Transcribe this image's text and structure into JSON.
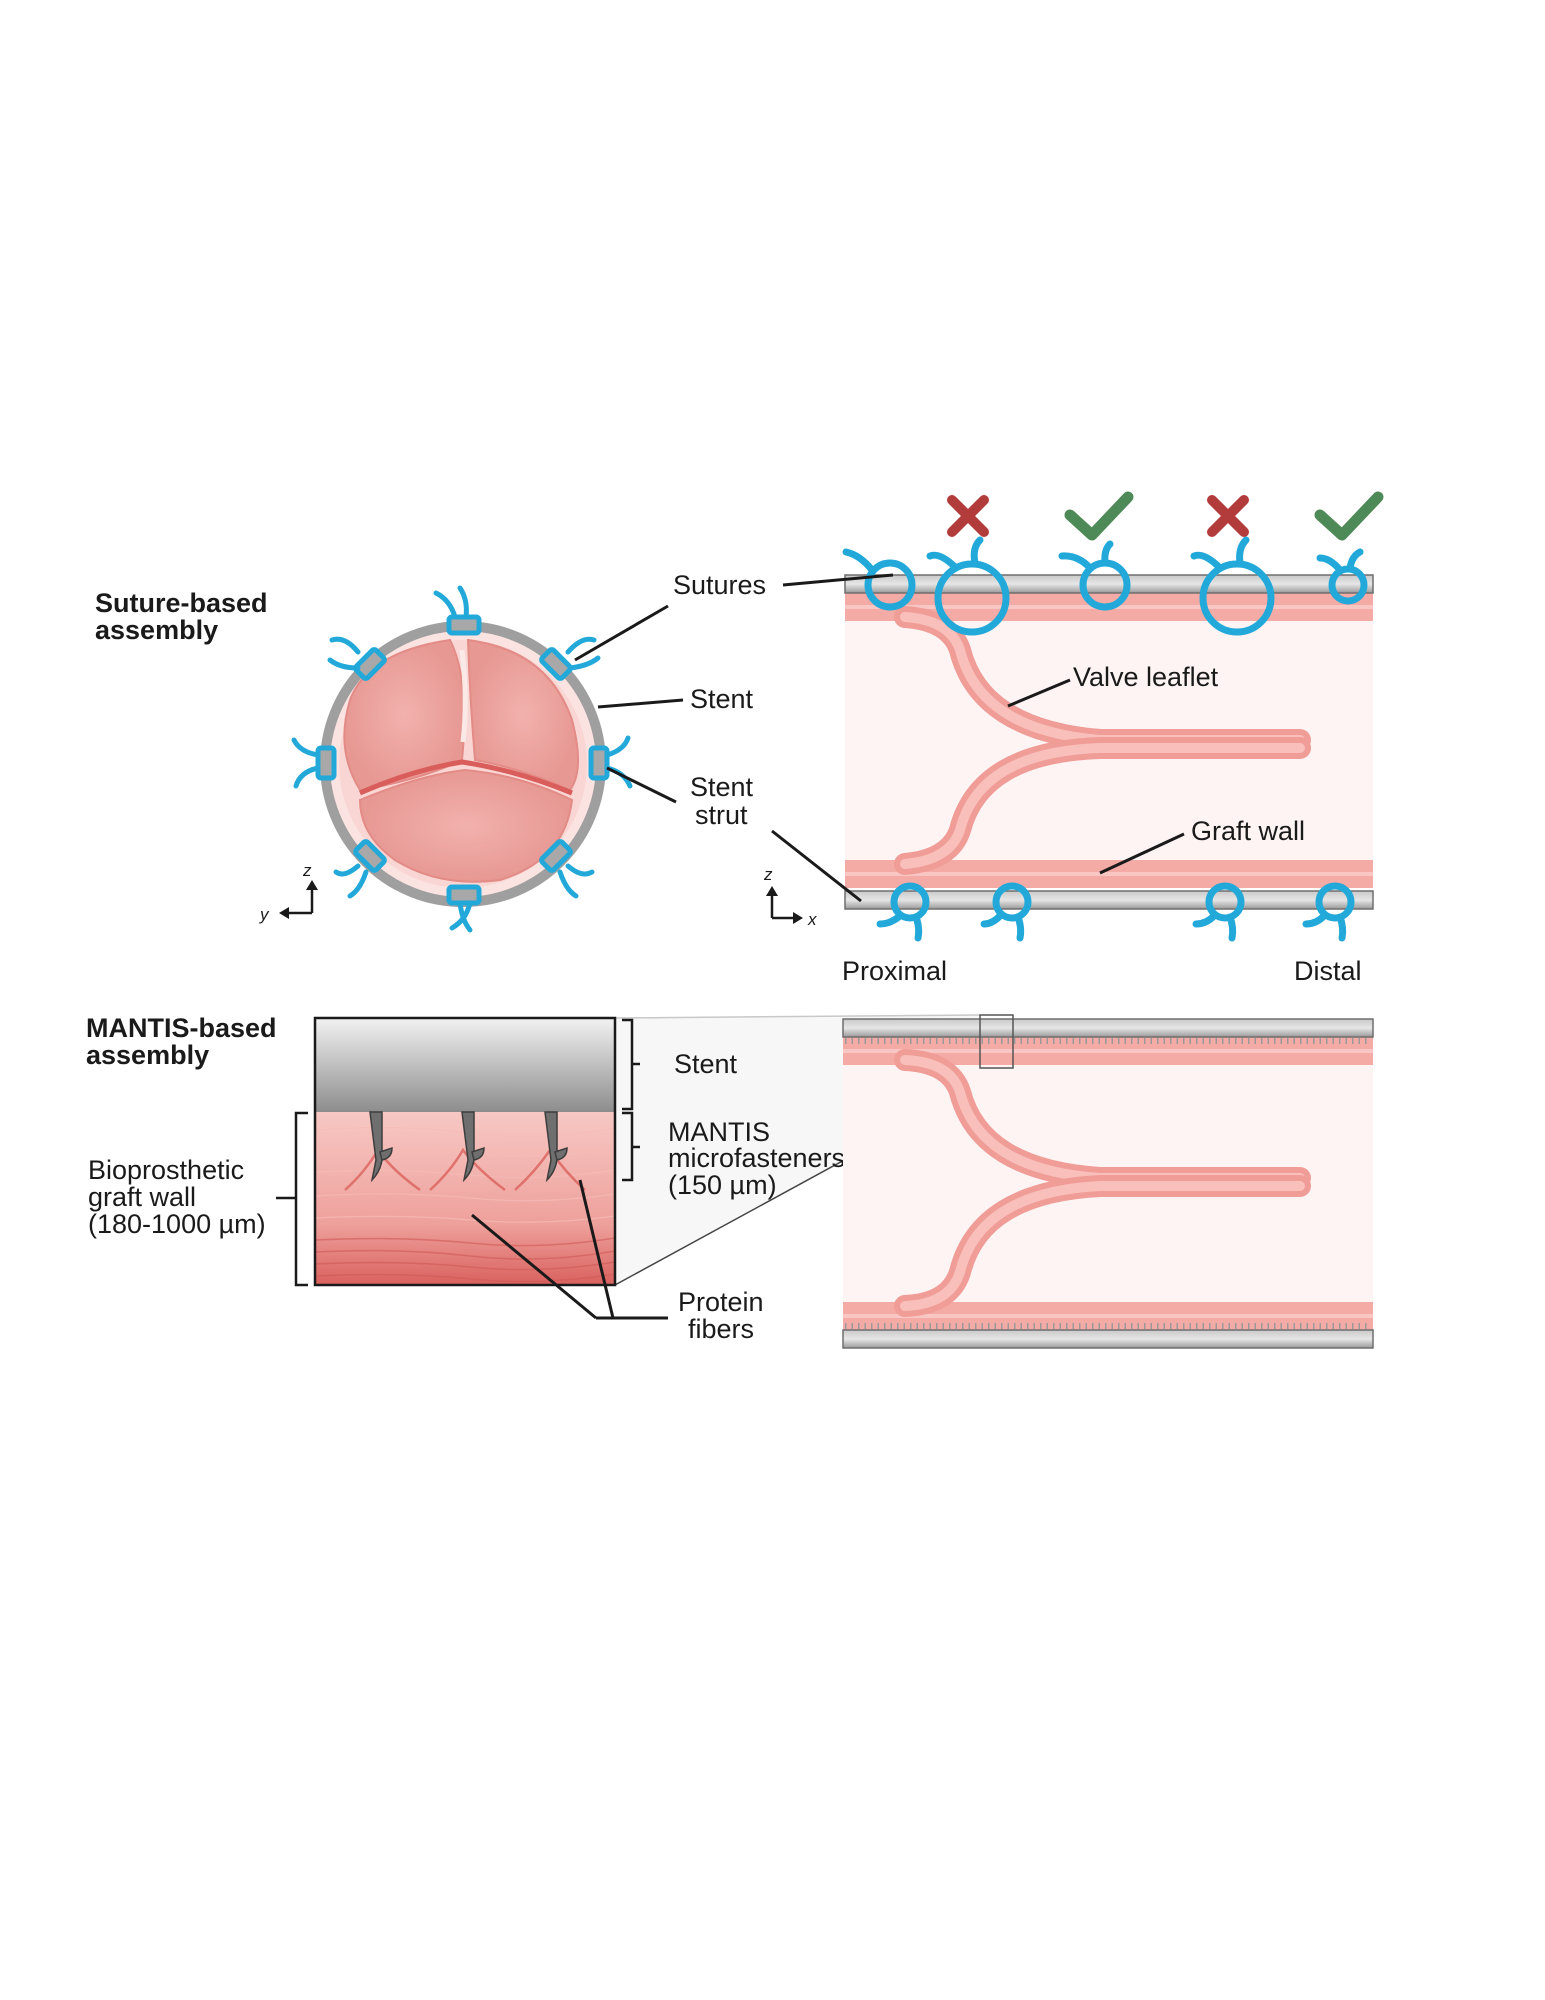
{
  "sections": {
    "suture_header": [
      "Suture-based",
      "assembly"
    ],
    "mantis_header": [
      "MANTIS-based",
      "assembly"
    ]
  },
  "labels": {
    "sutures": "Sutures",
    "stent_top": "Stent",
    "stent_strut": [
      "Stent",
      "strut"
    ],
    "valve_leaflet": "Valve leaflet",
    "graft_wall": "Graft wall",
    "proximal": "Proximal",
    "distal": "Distal",
    "stent_bottom": "Stent",
    "mantis_microfasteners": [
      "MANTIS",
      "microfasteners",
      "(150 µm)"
    ],
    "bioprosthetic_graft_wall": [
      "Bioprosthetic",
      "graft wall",
      "(180-1000 µm)"
    ],
    "protein_fibers": [
      "Protein",
      "fibers"
    ]
  },
  "axes": {
    "left": {
      "vertical": "z",
      "horizontal": "y"
    },
    "right": {
      "vertical": "z",
      "horizontal": "x"
    }
  },
  "markers": [
    "cross",
    "check",
    "cross",
    "check"
  ],
  "colors": {
    "suture": "#22a9d9",
    "stent": "#9a9a9a",
    "tissue": "#f4a9a4",
    "cross": "#b23b3b",
    "check": "#4e8a57"
  }
}
